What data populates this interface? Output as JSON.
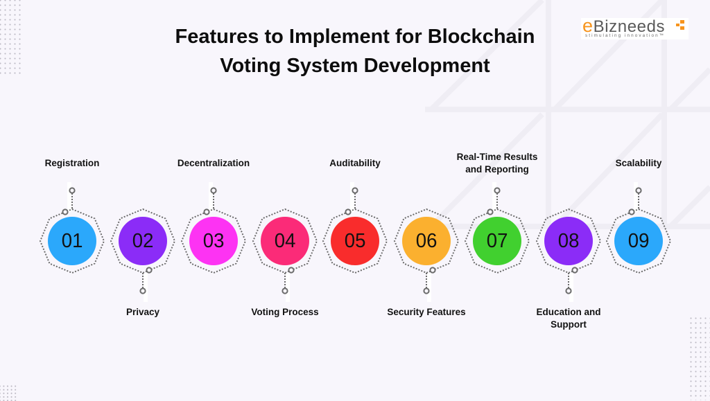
{
  "theme": {
    "background": "#f8f6fc",
    "connector_color": "#6b6b6b",
    "text_color": "#111111"
  },
  "header": {
    "title_lines": [
      "Features to Implement for Blockchain",
      "Voting System Development"
    ]
  },
  "logo": {
    "prefix": "e",
    "name": "Bizneeds",
    "tagline": "stimulating innovation™",
    "accent_color": "#f7941d",
    "text_color": "#5a5a5a"
  },
  "steps": [
    {
      "number": "01",
      "label": "Registration",
      "color": "#2ba8fb",
      "label_position": "top"
    },
    {
      "number": "02",
      "label": "Privacy",
      "color": "#8b2cf7",
      "label_position": "bottom"
    },
    {
      "number": "03",
      "label": "Decentralization",
      "color": "#fd33f3",
      "label_position": "top"
    },
    {
      "number": "04",
      "label": "Voting Process",
      "color": "#fb2b78",
      "label_position": "bottom"
    },
    {
      "number": "05",
      "label": "Auditability",
      "color": "#f92c2c",
      "label_position": "top"
    },
    {
      "number": "06",
      "label": "Security Features",
      "color": "#fbb02f",
      "label_position": "bottom"
    },
    {
      "number": "07",
      "label": "Real-Time Results\nand Reporting",
      "color": "#41d02f",
      "label_position": "top"
    },
    {
      "number": "08",
      "label": "Education and\nSupport",
      "color": "#8b2cf7",
      "label_position": "bottom"
    },
    {
      "number": "09",
      "label": "Scalability",
      "color": "#2ba8fb",
      "label_position": "top"
    }
  ]
}
